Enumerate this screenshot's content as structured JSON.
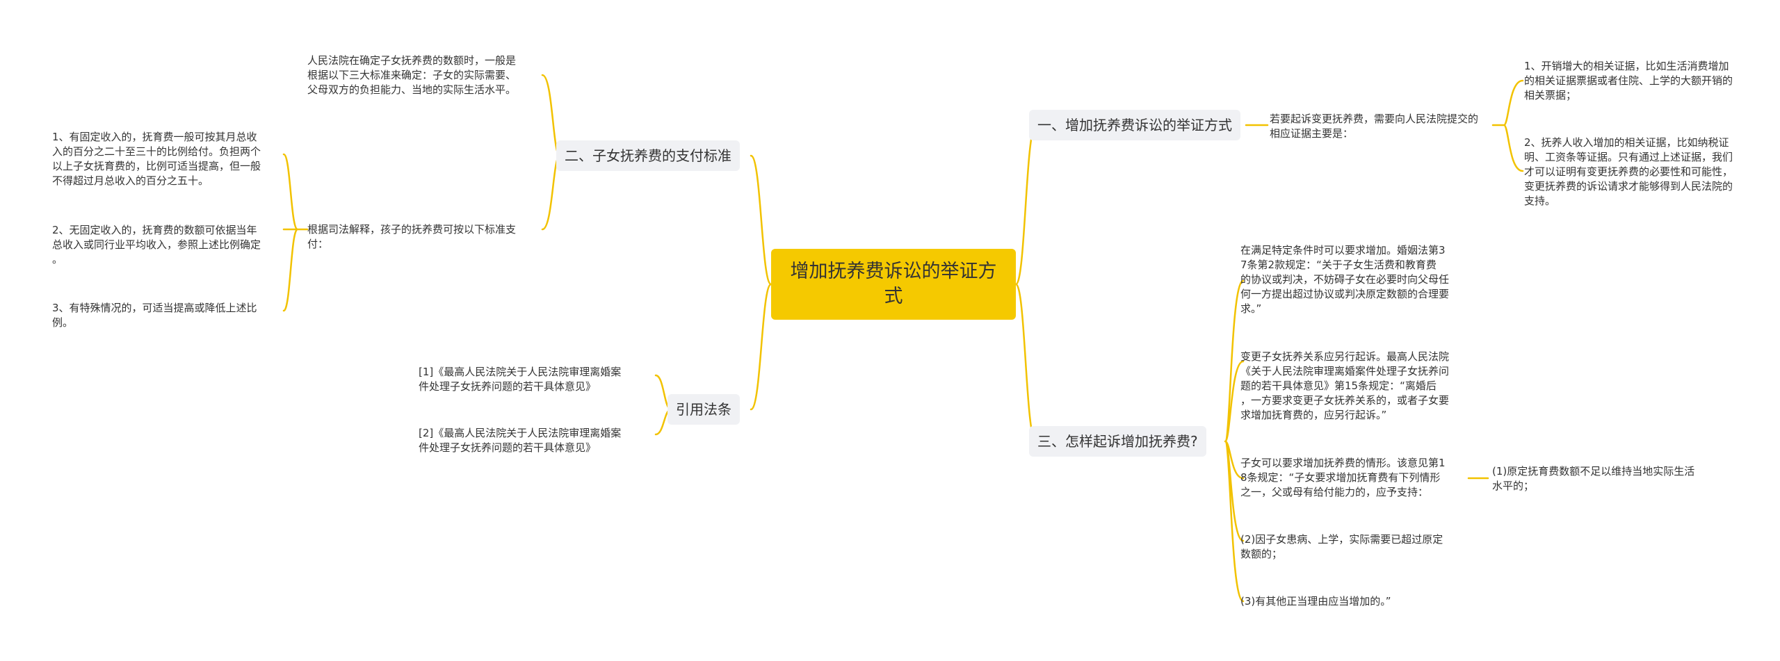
{
  "root": {
    "title": "增加抚养费诉讼的举证方式"
  },
  "branches": {
    "b1": {
      "label": "一、增加抚养费诉讼的举证方式"
    },
    "b2": {
      "label": "二、子女抚养费的支付标准"
    },
    "b3": {
      "label": "三、怎样起诉增加抚养费?"
    },
    "b4": {
      "label": "引用法条"
    }
  },
  "leaves": {
    "b1_intro": "若要起诉变更抚养费，需要向人民法院提交的\n相应证据主要是：",
    "b1_item1": "1、开销增大的相关证据，比如生活消费增加\n的相关证据票据或者住院、上学的大额开销的\n相关票据；",
    "b1_item2": "2、抚养人收入增加的相关证据，比如纳税证\n明、工资条等证据。只有通过上述证据，我们\n才可以证明有变更抚养费的必要性和可能性，\n变更抚养费的诉讼请求才能够得到人民法院的\n支持。",
    "b2_item1": "人民法院在确定子女抚养费的数额时，一般是\n根据以下三大标准来确定：子女的实际需要、\n父母双方的负担能力、当地的实际生活水平。",
    "b2_item2": "根据司法解释，孩子的抚养费可按以下标准支\n付：",
    "b2_sub1": "1、有固定收入的，抚育费一般可按其月总收\n入的百分之二十至三十的比例给付。负担两个\n以上子女抚育费的，比例可适当提高，但一般\n不得超过月总收入的百分之五十。",
    "b2_sub2": "2、无固定收入的，抚育费的数额可依据当年\n总收入或同行业平均收入，参照上述比例确定\n。",
    "b2_sub3": "3、有特殊情况的，可适当提高或降低上述比\n例。",
    "b3_item1": "在满足特定条件时可以要求增加。婚姻法第3\n7条第2款规定：“关于子女生活费和教育费\n的协议或判决，不妨碍子女在必要时向父母任\n何一方提出超过协议或判决原定数额的合理要\n求。”",
    "b3_item2": "变更子女抚养关系应另行起诉。最高人民法院\n《关于人民法院审理离婚案件处理子女抚养问\n题的若干具体意见》第15条规定：“离婚后\n，一方要求变更子女抚养关系的，或者子女要\n求增加抚育费的，应另行起诉。”",
    "b3_item3": "子女可以要求增加抚养费的情形。该意见第1\n8条规定：“子女要求增加抚育费有下列情形\n之一，父或母有给付能力的，应予支持：",
    "b3_item3_sub": "(1)原定抚育费数额不足以维持当地实际生活\n水平的；",
    "b3_item4": "(2)因子女患病、上学，实际需要已超过原定\n数额的；",
    "b3_item5": "(3)有其他正当理由应当增加的。”",
    "b4_item1": "[1]《最高人民法院关于人民法院审理离婚案\n件处理子女抚养问题的若干具体意见》",
    "b4_item2": "[2]《最高人民法院关于人民法院审理离婚案\n件处理子女抚养问题的若干具体意见》"
  },
  "colors": {
    "root_fill": "#f5c900",
    "connector": "#f2c200",
    "branch_fill": "#f0f1f4"
  }
}
